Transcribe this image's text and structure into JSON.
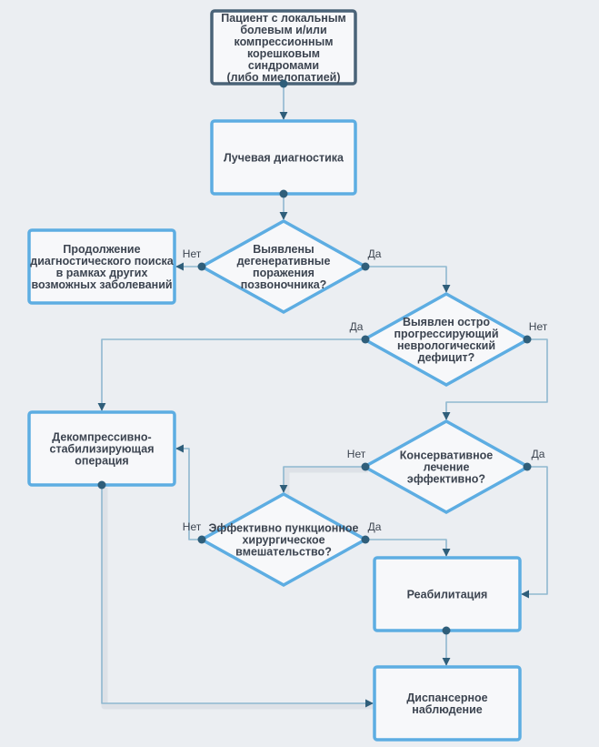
{
  "colors": {
    "background": "#ebeef2",
    "box_fill": "#f7f8fa",
    "box_border": "#5dade2",
    "start_border": "#4a6378",
    "connector": "#8fb8d0",
    "connector_shadow": "#dde1e7",
    "dot": "#2f5e7a",
    "arrow": "#2f5e7a",
    "text": "#3c4450"
  },
  "nodes": {
    "start": {
      "lines": [
        "Пациент с локальным",
        "болевым и/или",
        "компрессионным",
        "корешковым",
        "синдромами",
        "(либо миелопатией)"
      ]
    },
    "radiology": {
      "lines": [
        "Лучевая диагностика"
      ]
    },
    "q_degenerative": {
      "lines": [
        "Выявлены",
        "дегенеративные",
        "поражения",
        "позвоночника?"
      ]
    },
    "continue_search": {
      "lines": [
        "Продолжение",
        "диагностического поиска",
        "в рамках других",
        "возможных заболеваний"
      ]
    },
    "q_deficit": {
      "lines": [
        "Выявлен остро",
        "прогрессирующий",
        "неврологический",
        "дефицит?"
      ]
    },
    "decompression": {
      "lines": [
        "Декомпрессивно-",
        "стабилизирующая",
        "операция"
      ]
    },
    "q_conservative": {
      "lines": [
        "Консервативное",
        "лечение",
        "эффективно?"
      ]
    },
    "q_puncture": {
      "lines": [
        "Эффективно пункционное",
        "хирургическое",
        "вмешательство?"
      ]
    },
    "rehab": {
      "lines": [
        "Реабилитация"
      ]
    },
    "dispensary": {
      "lines": [
        "Диспансерное",
        "наблюдение"
      ]
    }
  },
  "edge_labels": {
    "degenerative_no": "Нет",
    "degenerative_yes": "Да",
    "deficit_yes": "Да",
    "deficit_no": "Нет",
    "conservative_no": "Нет",
    "conservative_yes": "Да",
    "puncture_no": "Нет",
    "puncture_yes": "Да"
  }
}
